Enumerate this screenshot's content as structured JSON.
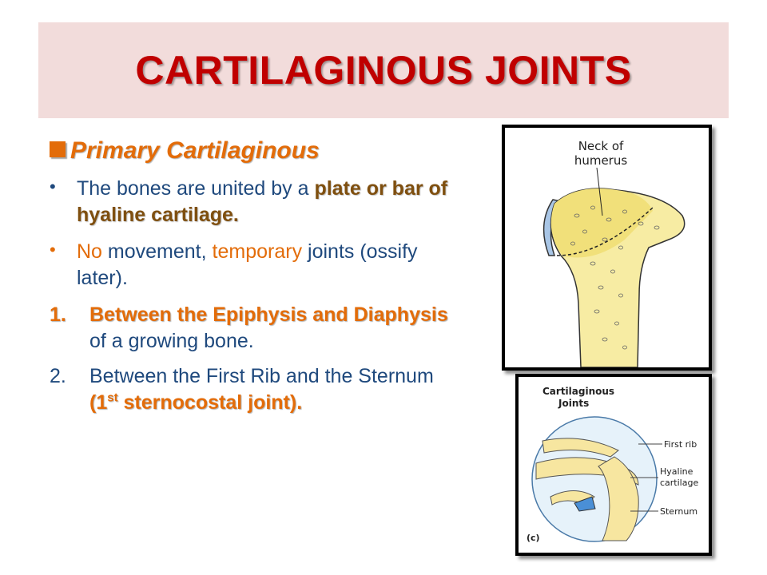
{
  "title": "CARTILAGINOUS JOINTS",
  "heading": "Primary Cartilaginous",
  "bullet1": {
    "text": "The bones are united by a ",
    "bold": "plate or bar of hyaline cartilage."
  },
  "bullet2": {
    "part1": "No",
    "part2": " movement, ",
    "part3": "temporary",
    "part4": " joints  (ossify later)."
  },
  "item1": {
    "num": "1.",
    "bold": "Between the Epiphysis and Diaphysis",
    "rest": " of a growing bone."
  },
  "item2": {
    "num": "2.",
    "text": " Between the First Rib and the Sternum ",
    "bold_pre": "(1",
    "sup": "st",
    "bold_post": " sternocostal joint)."
  },
  "figure1": {
    "label_line1": "Neck of",
    "label_line2": "humerus"
  },
  "figure2": {
    "title_line1": "Cartilaginous",
    "title_line2": "Joints",
    "label_first_rib": "First rib",
    "label_hyaline1": "Hyaline",
    "label_hyaline2": "cartilage",
    "label_sternum": "Sternum",
    "panel": "(c)"
  },
  "colors": {
    "title": "#c00000",
    "band": "#f2dcdb",
    "heading": "#e36c09",
    "body_text": "#1f497d",
    "emphasis": "#7f4f0f"
  }
}
